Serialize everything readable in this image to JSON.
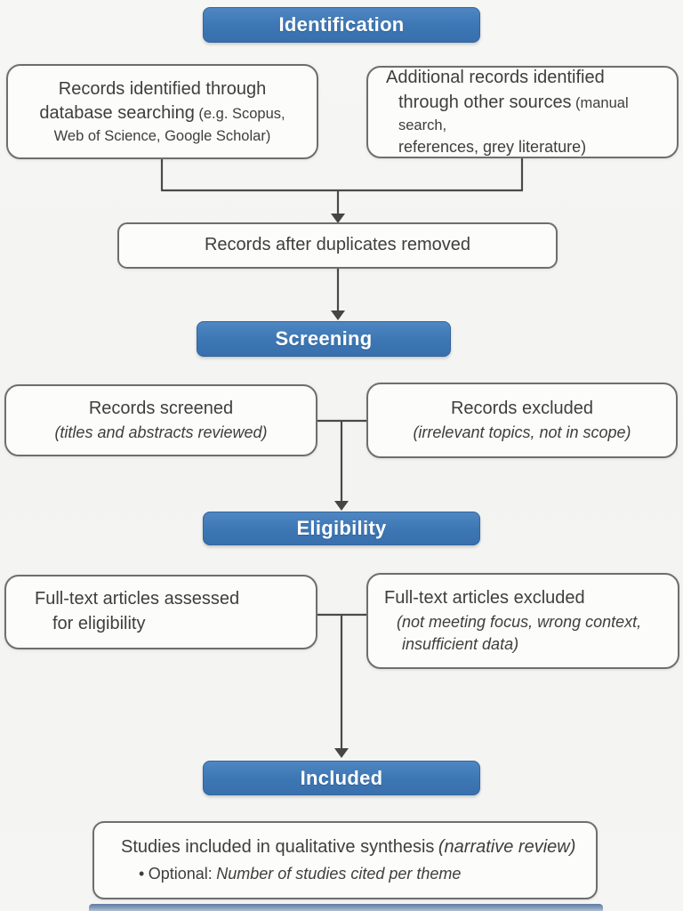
{
  "palette": {
    "page_bg": "#f5f5f3",
    "header_blue": "#3c76b3",
    "box_bg": "#fcfcfb",
    "box_border": "#6e6e6e",
    "text": "#3e3e3e",
    "arrow": "#4a4a4a"
  },
  "headers": {
    "identification": "Identification",
    "screening": "Screening",
    "eligibility": "Eligibility",
    "included": "Included"
  },
  "boxes": {
    "records_identified": {
      "line1": "Records identified through",
      "line2_main": "database searching",
      "line2_small": "(e.g. Scopus,",
      "line3_small": "Web of Science, Google Scholar)"
    },
    "additional_records": {
      "line1": "Additional records identified",
      "line2_main": "through other sources",
      "line2_small": "(manual search,",
      "line3": "references, grey literature)"
    },
    "duplicates_removed": {
      "line1": "Records after duplicates removed"
    },
    "records_screened": {
      "line1": "Records screened",
      "line2_italic": "(titles and abstracts reviewed)"
    },
    "records_excluded": {
      "line1": "Records excluded",
      "line2_italic": "(irrelevant topics, not in scope)"
    },
    "fulltext_assessed": {
      "line1": "Full-text articles assessed",
      "line2": "for eligibility"
    },
    "fulltext_excluded": {
      "line1": "Full-text articles excluded",
      "line2_italic": "(not meeting focus, wrong context,",
      "line3_italic": "insufficient data)"
    },
    "studies_included": {
      "line1_main": "Studies included in qualitative synthesis",
      "line1_italic": "(narrative review)",
      "bullet": "•",
      "line2_label": "Optional:",
      "line2_italic": "Number of studies cited per theme"
    }
  }
}
